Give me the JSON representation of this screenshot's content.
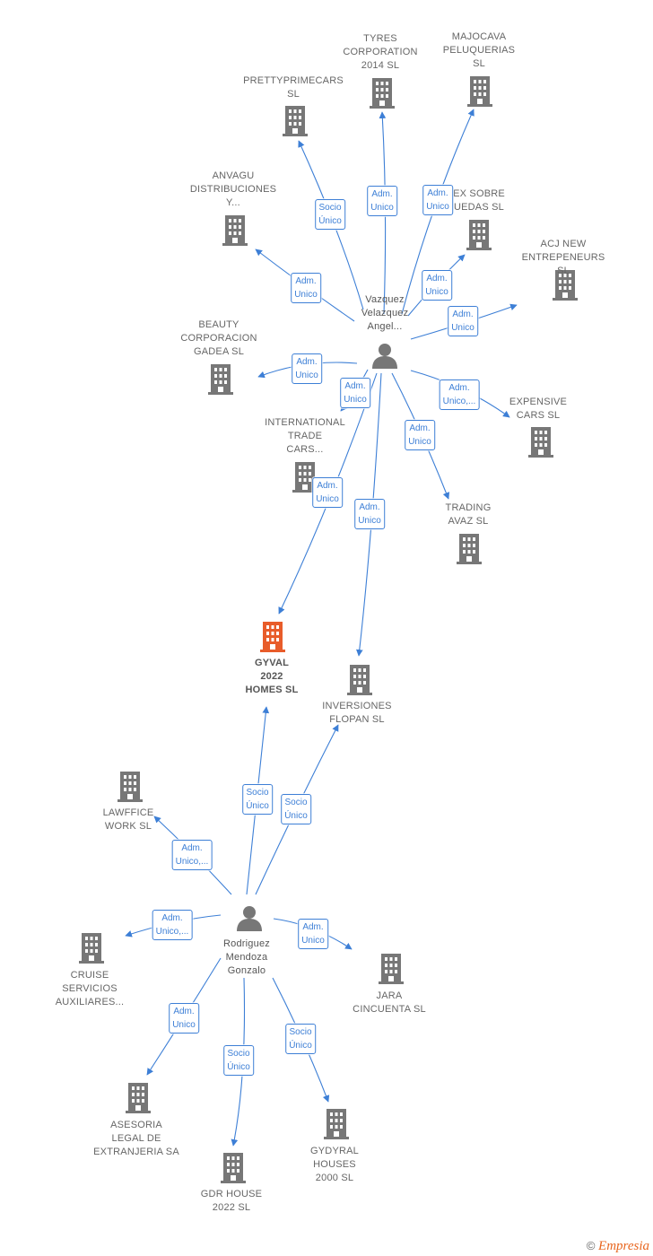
{
  "colors": {
    "edge": "#3d7fd6",
    "node": "#777777",
    "focus": "#e85c2a",
    "text": "#666666"
  },
  "companies": {
    "tyres": "TYRES\nCORPORATION\n2014  SL",
    "majocava": "MAJOCAVA\nPELUQUERIAS\nSL",
    "prettyprime": "PRETTYPRIMECARS\nSL",
    "anvagu": "ANVAGU\nDISTRIBUCIONES\nY...",
    "ruedas": "EX SOBRE\nUEDAS SL",
    "acj": "ACJ NEW\nENTREPENEURS SL",
    "beauty": "BEAUTY\nCORPORACION\nGADEA  SL",
    "international": "INTERNATIONAL\nTRADE\nCARS...",
    "expensive": "EXPENSIVE\nCARS  SL",
    "trading": "TRADING\nAVAZ  SL",
    "gyval": "GYVAL\n2022\nHOMES  SL",
    "inversiones": "INVERSIONES\nFLOPAN  SL",
    "lawffice": "LAWFFICE\nWORK  SL",
    "cruise": "CRUISE\nSERVICIOS\nAUXILIARES...",
    "jara": "JARA\nCINCUENTA SL",
    "asesoria": "ASESORIA\nLEGAL DE\nEXTRANJERIA SA",
    "gdr": "GDR HOUSE\n2022  SL",
    "gydyral": "GYDYRAL\nHOUSES\n2000  SL"
  },
  "persons": {
    "vazquez": "Vazquez\nVelazquez\nAngel...",
    "rodriguez": "Rodriguez\nMendoza\nGonzalo"
  },
  "edge_labels": {
    "adm_unico": "Adm.\nUnico",
    "socio_unico": "Socio\nÚnico",
    "adm_unico_more": "Adm.\nUnico,..."
  },
  "footer": {
    "copyright": "©",
    "brand": "Empresia"
  }
}
